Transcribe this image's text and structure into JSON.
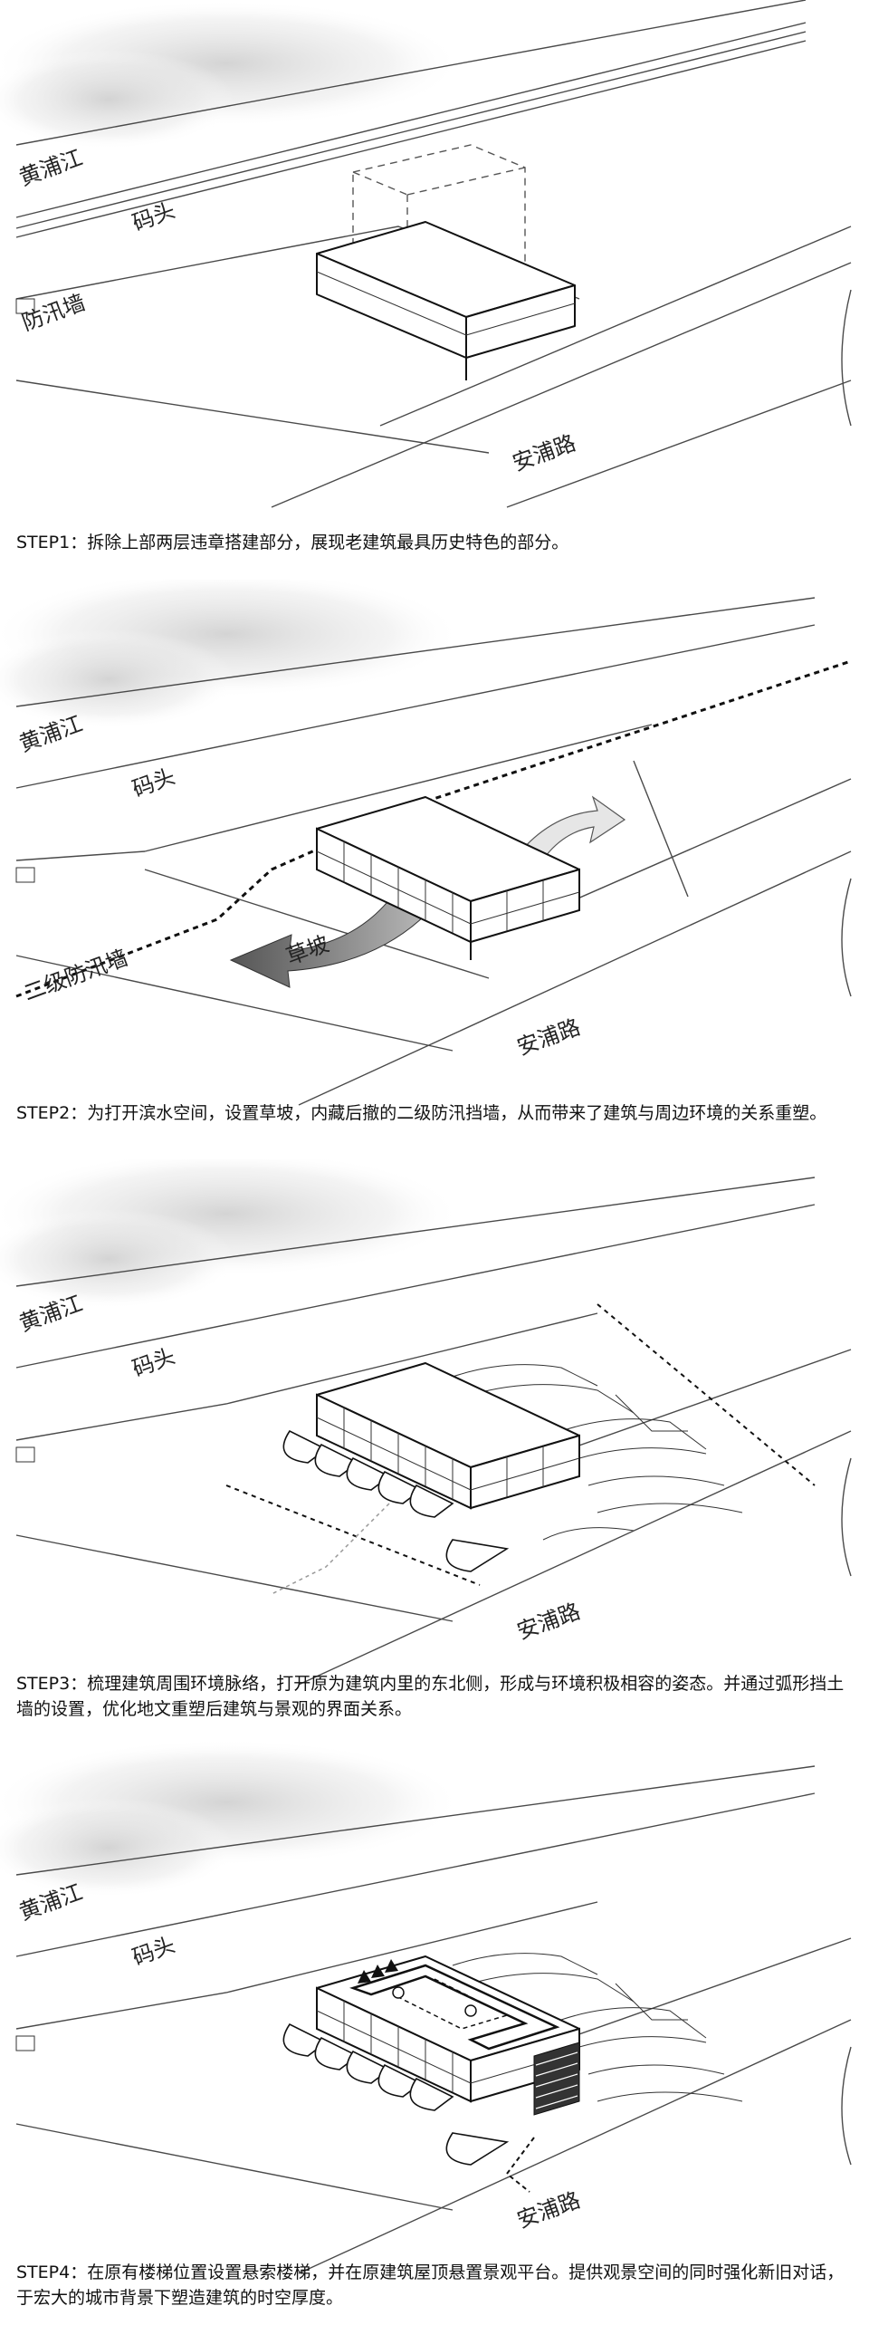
{
  "panels": [
    {
      "id": "step1",
      "labels": {
        "river": "黄浦江",
        "pier": "码头",
        "wall": "防汛墙",
        "road": "安浦路"
      },
      "caption": "STEP1：拆除上部两层违章搭建部分，展现老建筑最具历史特色的部分。"
    },
    {
      "id": "step2",
      "labels": {
        "river": "黄浦江",
        "pier": "码头",
        "wall": "二级防汛墙",
        "road": "安浦路",
        "slope": "草坡"
      },
      "caption": "STEP2：为打开滨水空间，设置草坡，内藏后撤的二级防汛挡墙，从而带来了建筑与周边环境的关系重塑。"
    },
    {
      "id": "step3",
      "labels": {
        "river": "黄浦江",
        "pier": "码头",
        "road": "安浦路"
      },
      "caption": "STEP3：梳理建筑周围环境脉络，打开原为建筑内里的东北侧，形成与环境积极相容的姿态。并通过弧形挡土墙的设置，优化地文重塑后建筑与景观的界面关系。"
    },
    {
      "id": "step4",
      "labels": {
        "river": "黄浦江",
        "pier": "码头",
        "road": "安浦路"
      },
      "caption": "STEP4：在原有楼梯位置设置悬索楼梯，并在原建筑屋顶悬置景观平台。提供观景空间的同时强化新旧对话，于宏大的城市背景下塑造建筑的时空厚度。"
    }
  ]
}
